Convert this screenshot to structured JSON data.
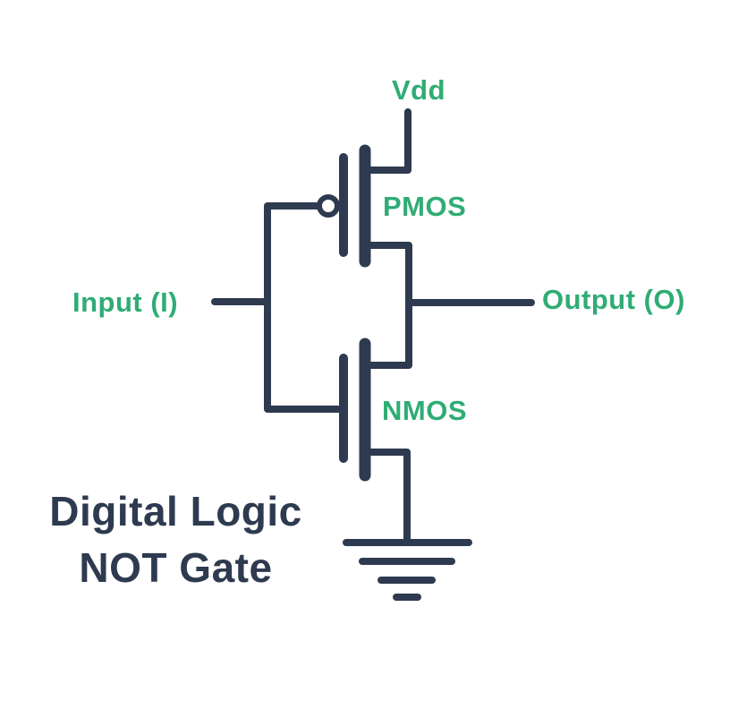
{
  "diagram": {
    "kind": "CMOS inverter schematic",
    "colors": {
      "wire": "#2e3a4f",
      "label": "#2fac74",
      "title": "#2e3a4f",
      "background": "#ffffff"
    },
    "labels": {
      "vdd": "Vdd",
      "pmos": "PMOS",
      "nmos": "NMOS",
      "input": "Input (I)",
      "output": "Output (O)"
    },
    "title": {
      "line1": "Digital Logic",
      "line2": "NOT Gate"
    }
  }
}
